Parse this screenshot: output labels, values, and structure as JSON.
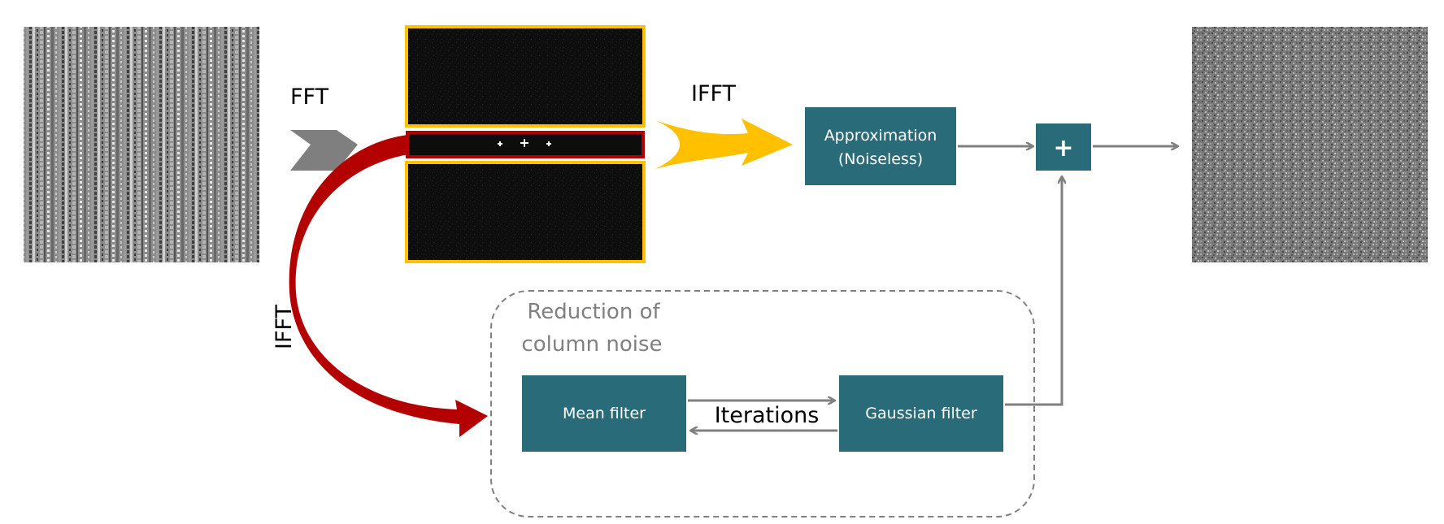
{
  "labels": {
    "fft": "FFT",
    "ifft_top": "IFFT",
    "ifft_side": "IFFT",
    "approximation_line1": "Approximation",
    "approximation_line2": "(Noiseless)",
    "plus": "+",
    "group_title_line1": "Reduction of",
    "group_title_line2": "column noise",
    "mean_filter": "Mean filter",
    "gaussian_filter": "Gaussian filter",
    "iterations": "Iterations"
  },
  "colors": {
    "box_teal": "#2a6b7a",
    "arrow_gray": "#808080",
    "fft_chevron": "#7f7f7f",
    "yellow": "#ffc000",
    "red": "#b30000",
    "dashed_border": "#808080"
  },
  "images": {
    "input": "noisy-input-image-with-vertical-stripes",
    "spectrum": "fft-spectrum-image",
    "output": "denoised-output-image"
  }
}
